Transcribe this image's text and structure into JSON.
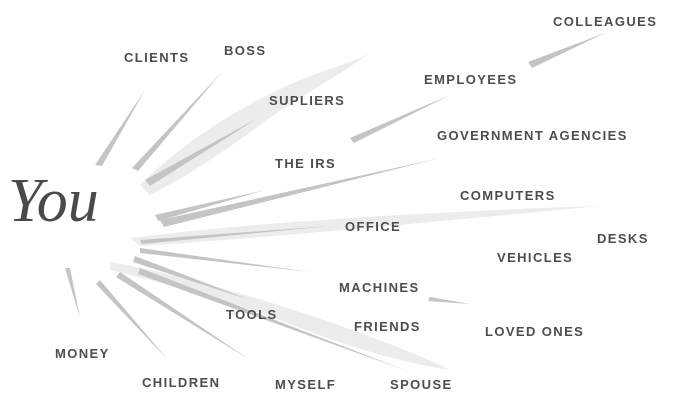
{
  "center": "You",
  "colors": {
    "text": "#4d4d4d",
    "ray": "#c4c4c4",
    "wisp": "#ececec"
  },
  "labels": {
    "colleagues": "COLLEAGUES",
    "clients": "CLIENTS",
    "boss": "BOSS",
    "employees": "EMPLOYEES",
    "supliers": "SUPLIERS",
    "government_agencies": "GOVERNMENT AGENCIES",
    "the_irs": "THE IRS",
    "computers": "COMPUTERS",
    "office": "OFFICE",
    "desks": "DESKS",
    "vehicles": "VEHICLES",
    "machines": "MACHINES",
    "tools": "TOOLS",
    "friends": "FRIENDS",
    "loved_ones": "LOVED ONES",
    "money": "MONEY",
    "children": "CHILDREN",
    "myself": "MYSELF",
    "spouse": "SPOUSE"
  }
}
